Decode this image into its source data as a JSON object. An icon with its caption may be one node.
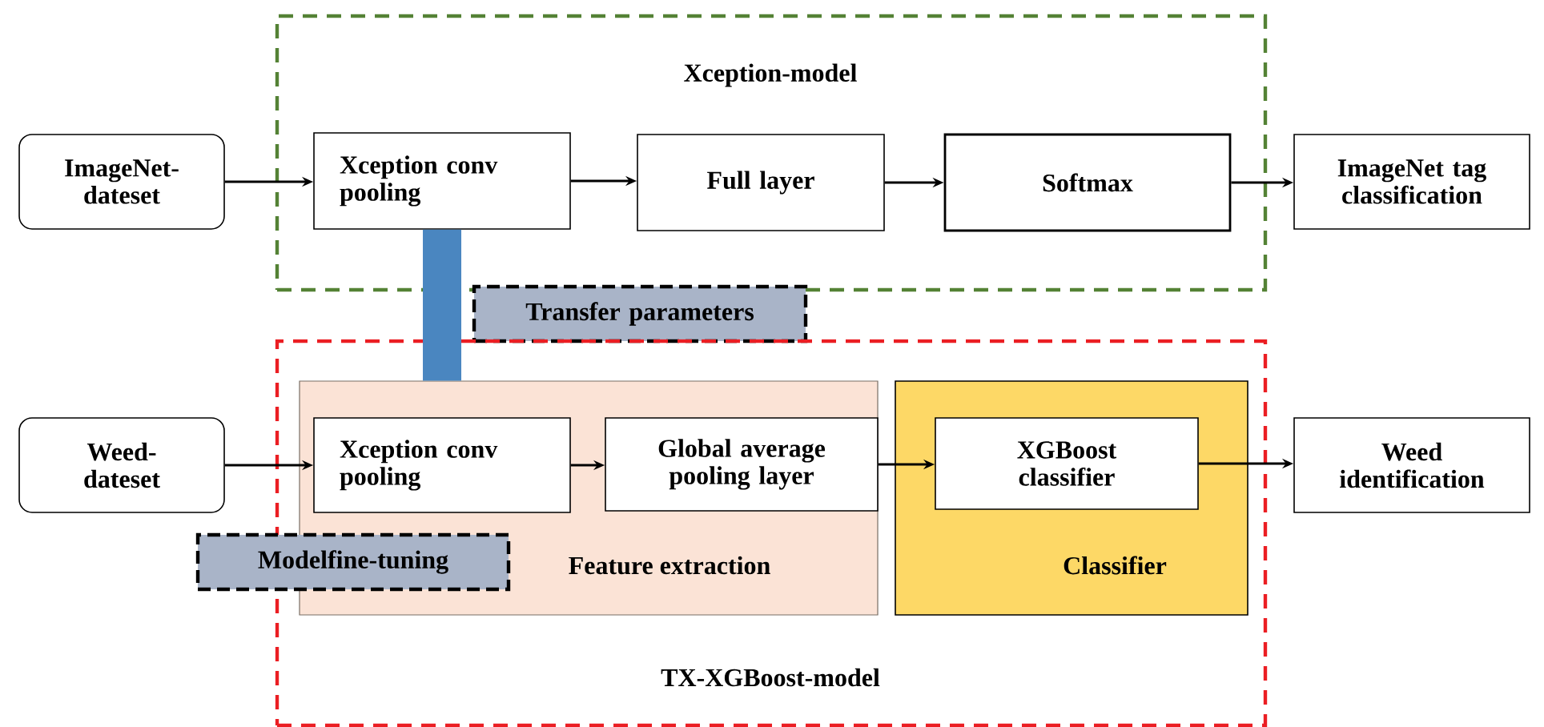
{
  "diagram": {
    "nodes": [
      {
        "text": [
          "Xception-model"
        ]
      },
      {
        "text": [
          "ImageNet-dateset"
        ]
      },
      {
        "text": [
          "Xception conv pooling"
        ],
        "in": 0
      },
      {
        "text": [
          "Full layer"
        ],
        "in": 0
      },
      {
        "text": [
          "Softmax"
        ],
        "in": 0
      },
      {
        "text": [
          "ImageNet tag classification"
        ]
      },
      {
        "text": [
          "Transfer parameters"
        ]
      },
      {
        "text": [
          "TX-XGBoost-model"
        ]
      },
      {
        "text": [
          "Weed-dateset"
        ]
      },
      {
        "text": [
          "Feature extraction"
        ],
        "in": 7
      },
      {
        "text": [
          "Xception conv pooling"
        ],
        "in": 9
      },
      {
        "text": [
          "Global average pooling layer"
        ],
        "in": 9
      },
      {
        "text": [
          "Classifier"
        ],
        "in": 7
      },
      {
        "text": [
          "XGBoost classifier"
        ],
        "in": 12
      },
      {
        "text": [
          "Weed identification"
        ]
      },
      {
        "text": [
          "Modelfine-tuning"
        ]
      }
    ],
    "edges": [
      {
        "from": 1,
        "to": 2,
        "arrow": "to"
      },
      {
        "from": 2,
        "to": 3,
        "arrow": "to"
      },
      {
        "from": 3,
        "to": 4,
        "arrow": "to"
      },
      {
        "from": 4,
        "to": 5,
        "arrow": "to"
      },
      {
        "from": 2,
        "to": 9,
        "arrow": "none",
        "style": "thick",
        "color": "#4a86c0"
      },
      {
        "from": 8,
        "to": 10,
        "arrow": "to"
      },
      {
        "from": 10,
        "to": 11,
        "arrow": "to"
      },
      {
        "from": 11,
        "to": 13,
        "arrow": "to"
      },
      {
        "from": 13,
        "to": 14,
        "arrow": "to"
      }
    ]
  }
}
